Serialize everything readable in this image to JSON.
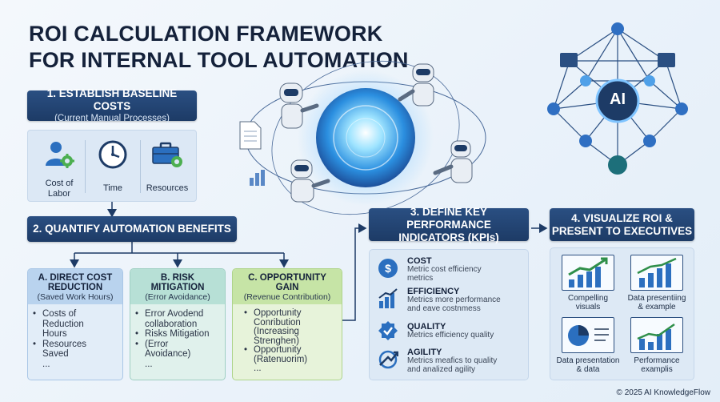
{
  "title": {
    "line1": "ROI CALCULATION FRAMEWORK",
    "line2": "FOR INTERNAL TOOL AUTOMATION"
  },
  "step1": {
    "title": "1. ESTABLISH BASELINE COSTS",
    "subtitle": "(Current Manual Processes)",
    "items": [
      {
        "label": "Cost of\nLabor",
        "icon": "worker-gear-icon"
      },
      {
        "label": "Time",
        "icon": "clock-icon"
      },
      {
        "label": "Resources",
        "icon": "toolbox-gear-icon"
      }
    ]
  },
  "step2": {
    "title": "2. QUANTIFY AUTOMATION BENEFITS",
    "columns": [
      {
        "title": "A. DIRECT COST\nREDUCTION",
        "subtitle": "(Saved Work Hours)",
        "bullets": [
          "Costs of\nReduction\nHours",
          "Resources\nSaved"
        ],
        "more": "..."
      },
      {
        "title": "B. RISK\nMITIGATION",
        "subtitle": "(Error Avoidance)",
        "bullets": [
          "Error Avodend\ncollaboration",
          "Risks Mitigation",
          "(Error\nAvoidance)"
        ],
        "more": "..."
      },
      {
        "title": "C. OPPORTUNITY\nGAIN",
        "subtitle": "(Revenue Contribution)",
        "bullets": [
          "Opportunity\nConribution\n(Increasing\nStrenghen)",
          "Opportunity\n(Ratenuorim)"
        ],
        "more": "..."
      }
    ]
  },
  "step3": {
    "title": "3. DEFINE KEY PERFORMANCE\nINDICATORS (KPIs)",
    "kpis": [
      {
        "name": "COST",
        "desc": "Metric cost efficiency\nmetrics",
        "icon": "dollar-coin-icon"
      },
      {
        "name": "EFFICIENCY",
        "desc": "Metrics more performance\nand eave costnmess",
        "icon": "bar-chart-icon"
      },
      {
        "name": "QUALITY",
        "desc": "Metrics efficiency quality",
        "icon": "quality-badge-icon"
      },
      {
        "name": "AGILITY",
        "desc": "Metrics meafics to quality\nand analized agility",
        "icon": "agility-icon"
      }
    ]
  },
  "step4": {
    "title": "4. VISUALIZE ROI &\nPRESENT TO EXECUTIVES",
    "cells": [
      {
        "caption": "Compelling\nvisuals",
        "icon": "rising-chart-icon"
      },
      {
        "caption": "Data presentiing\n& example",
        "icon": "bar-trend-chart-icon"
      },
      {
        "caption": "Data presentation\n& data",
        "icon": "pie-chart-icon"
      },
      {
        "caption": "Performance\nexamplis",
        "icon": "growth-chart-icon"
      }
    ]
  },
  "network": {
    "center_label": "AI"
  },
  "footer": "© 2025 AI KnowledgeFlow",
  "colors": {
    "navy": "#1d3b66",
    "blue_col": "#b9d3ee",
    "teal_col": "#b7e0d6",
    "green_col": "#c6e4a6",
    "accent": "#2b6fbf"
  }
}
